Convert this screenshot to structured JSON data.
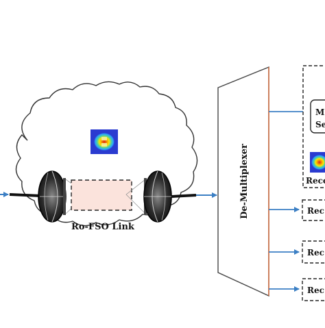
{
  "link": {
    "label": "Ro-FSO Link"
  },
  "demux": {
    "label": "De-Multiplexer"
  },
  "receivers": {
    "top_line1": "M",
    "top_line2": "Se",
    "top_rec": "Reco",
    "rec2": "Rec",
    "rec3": "Rec",
    "rec4": "Rec"
  },
  "colors": {
    "arrow": "#3b7fc4",
    "demux_edge": "#d86a3a",
    "fso_box_fill": "#fbe3dc",
    "beam_map_bg": "#2a3bd0",
    "beam_map_ring": "#ffd200",
    "beam_map_core": "#e0211b"
  }
}
